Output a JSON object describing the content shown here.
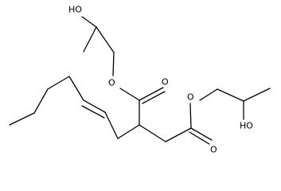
{
  "molecule": {
    "labels": {
      "oh_top": "HO",
      "oh_right": "HO",
      "o_ester_left": "O",
      "o_carbonyl_top": "O",
      "o_ester_right": "O",
      "o_carbonyl_bottom": "O"
    }
  },
  "colors": {
    "bond": "#000000",
    "background": "#ffffff"
  }
}
